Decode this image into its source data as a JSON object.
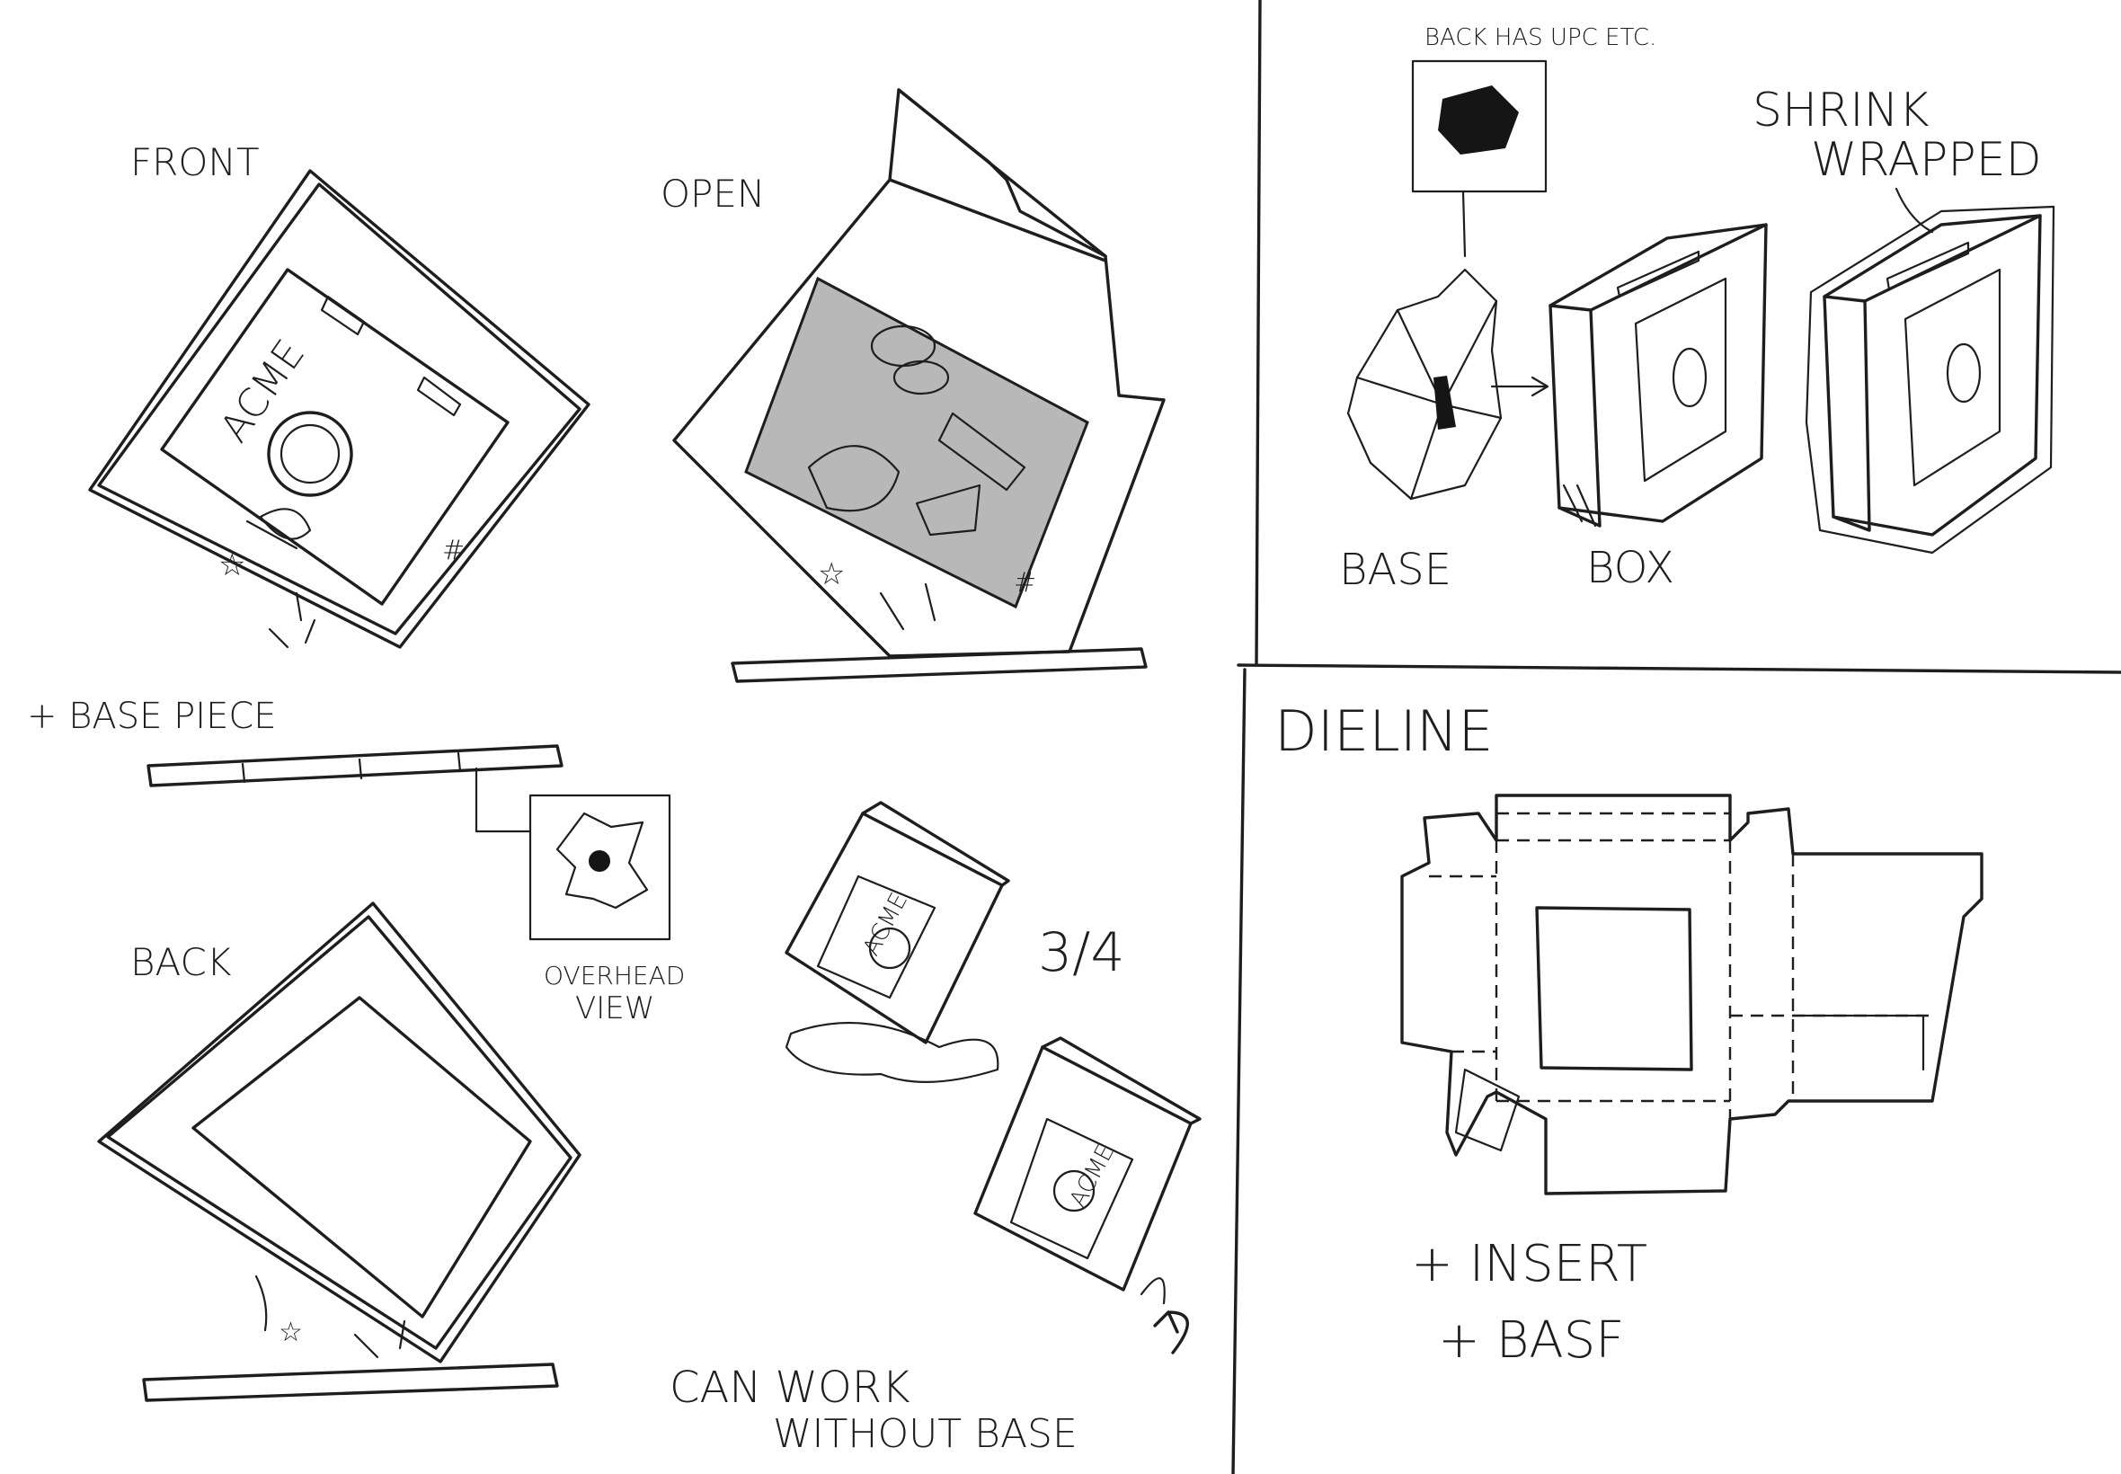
{
  "labels": {
    "front": "FRONT",
    "open": "OPEN",
    "base_piece": "+ BASE PIECE",
    "back": "BACK",
    "overhead_1": "OVERHEAD",
    "overhead_2": "VIEW",
    "three_quarter": "3/4",
    "can_work_1": "CAN WORK",
    "can_work_2": "WITHOUT BASE",
    "back_has_upc": "BACK HAS UPC ETC.",
    "shrink_1": "SHRINK",
    "shrink_2": "WRAPPED",
    "base": "BASE",
    "box": "BOX",
    "dieline": "DIELINE",
    "insert": "+ INSERT",
    "base_add": "+ BASF",
    "brand": "ACME",
    "star": "☆",
    "hash": "#"
  },
  "colors": {
    "ink": "#1e1e1e",
    "pencil_shade": "#b8b8b8",
    "dark_fill": "#151515",
    "paper": "#ffffff"
  }
}
